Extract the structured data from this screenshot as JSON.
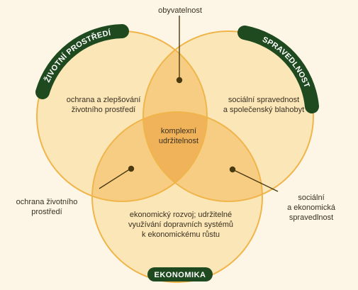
{
  "colors": {
    "background": "#fdf6e6",
    "circle_fill": "#fbe6b8",
    "circle_stroke": "#f0b54a",
    "overlap2": "#f7cd84",
    "overlap3": "#f1b35a",
    "banner": "#1f4a1f",
    "leader": "#4a3a10"
  },
  "banners": {
    "environment": "ŽIVOTNÍ PROSTŘEDÍ",
    "justice": "SPRAVEDLNOST",
    "economy": "EKONOMIKA"
  },
  "labels": {
    "top": "obyvatelnost",
    "env_line1": "ochrana a zlepšování",
    "env_line2": "životního prostředí",
    "soc_line1": "sociální spravednost",
    "soc_line2": "a společenský blahobyt",
    "center_line1": "komplexní",
    "center_line2": "udržitelnost",
    "left_line1": "ochrana životního",
    "left_line2": "prostředí",
    "right_line1": "sociální",
    "right_line2": "a ekonomická",
    "right_line3": "spravedlnost",
    "eco_line1": "ekonomický rozvoj; udržitelné",
    "eco_line2": "využívání dopravních systémů",
    "eco_line3": "k ekonomickému růstu"
  }
}
